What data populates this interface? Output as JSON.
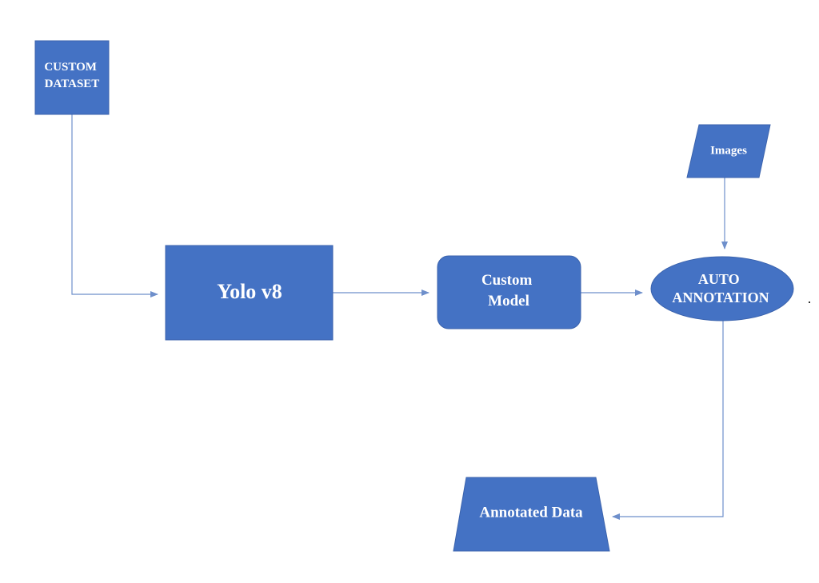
{
  "colors": {
    "node_fill": "#4472C4",
    "node_stroke": "#3B63AD",
    "connector": "#6E8FCB",
    "background": "#FFFFFF"
  },
  "nodes": {
    "custom_dataset": {
      "shape": "rectangle",
      "lines": [
        "CUSTOM",
        "DATASET"
      ]
    },
    "yolo": {
      "shape": "rectangle",
      "lines": [
        "Yolo v8"
      ]
    },
    "custom_model": {
      "shape": "rounded-rectangle",
      "lines": [
        "Custom",
        "Model"
      ]
    },
    "images": {
      "shape": "parallelogram",
      "lines": [
        "Images"
      ]
    },
    "auto_annotation": {
      "shape": "ellipse",
      "lines": [
        "AUTO",
        "ANNOTATION"
      ]
    },
    "annotated_data": {
      "shape": "trapezoid",
      "lines": [
        "Annotated Data"
      ]
    }
  },
  "edges": [
    {
      "from": "custom_dataset",
      "to": "yolo"
    },
    {
      "from": "yolo",
      "to": "custom_model"
    },
    {
      "from": "custom_model",
      "to": "auto_annotation"
    },
    {
      "from": "images",
      "to": "auto_annotation"
    },
    {
      "from": "auto_annotation",
      "to": "annotated_data"
    }
  ]
}
